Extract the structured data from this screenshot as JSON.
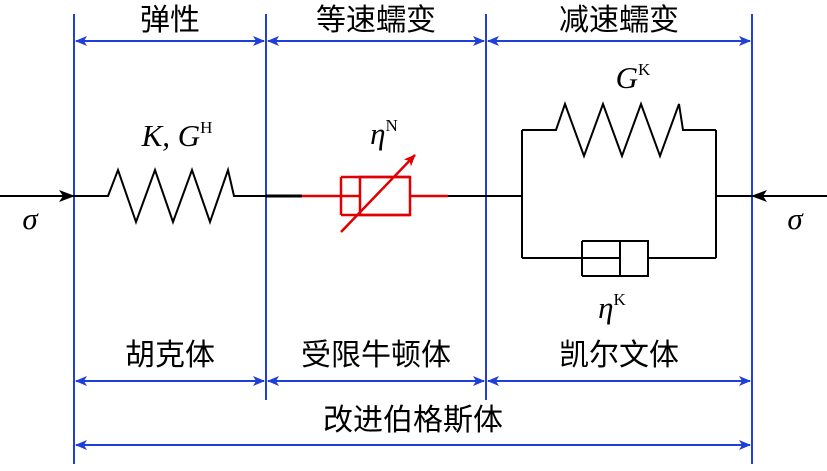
{
  "colors": {
    "line": "#000000",
    "guide": "#1f3fd6",
    "element": "#e00000"
  },
  "headers": {
    "elastic": "弹性",
    "steady_creep": "等速蠕变",
    "decel_creep": "减速蠕变"
  },
  "bodies": {
    "hooke": "胡克体",
    "newton": "受限牛顿体",
    "kelvin": "凯尔文体",
    "burgers": "改进伯格斯体"
  },
  "symbols": {
    "sigma_left": "σ",
    "sigma_right": "σ",
    "K_GH_base": "K, G",
    "K_GH_sup": "H",
    "etaN_base": "η",
    "etaN_sup": "N",
    "GK_base": "G",
    "GK_sup": "K",
    "etaK_base": "η",
    "etaK_sup": "K"
  }
}
